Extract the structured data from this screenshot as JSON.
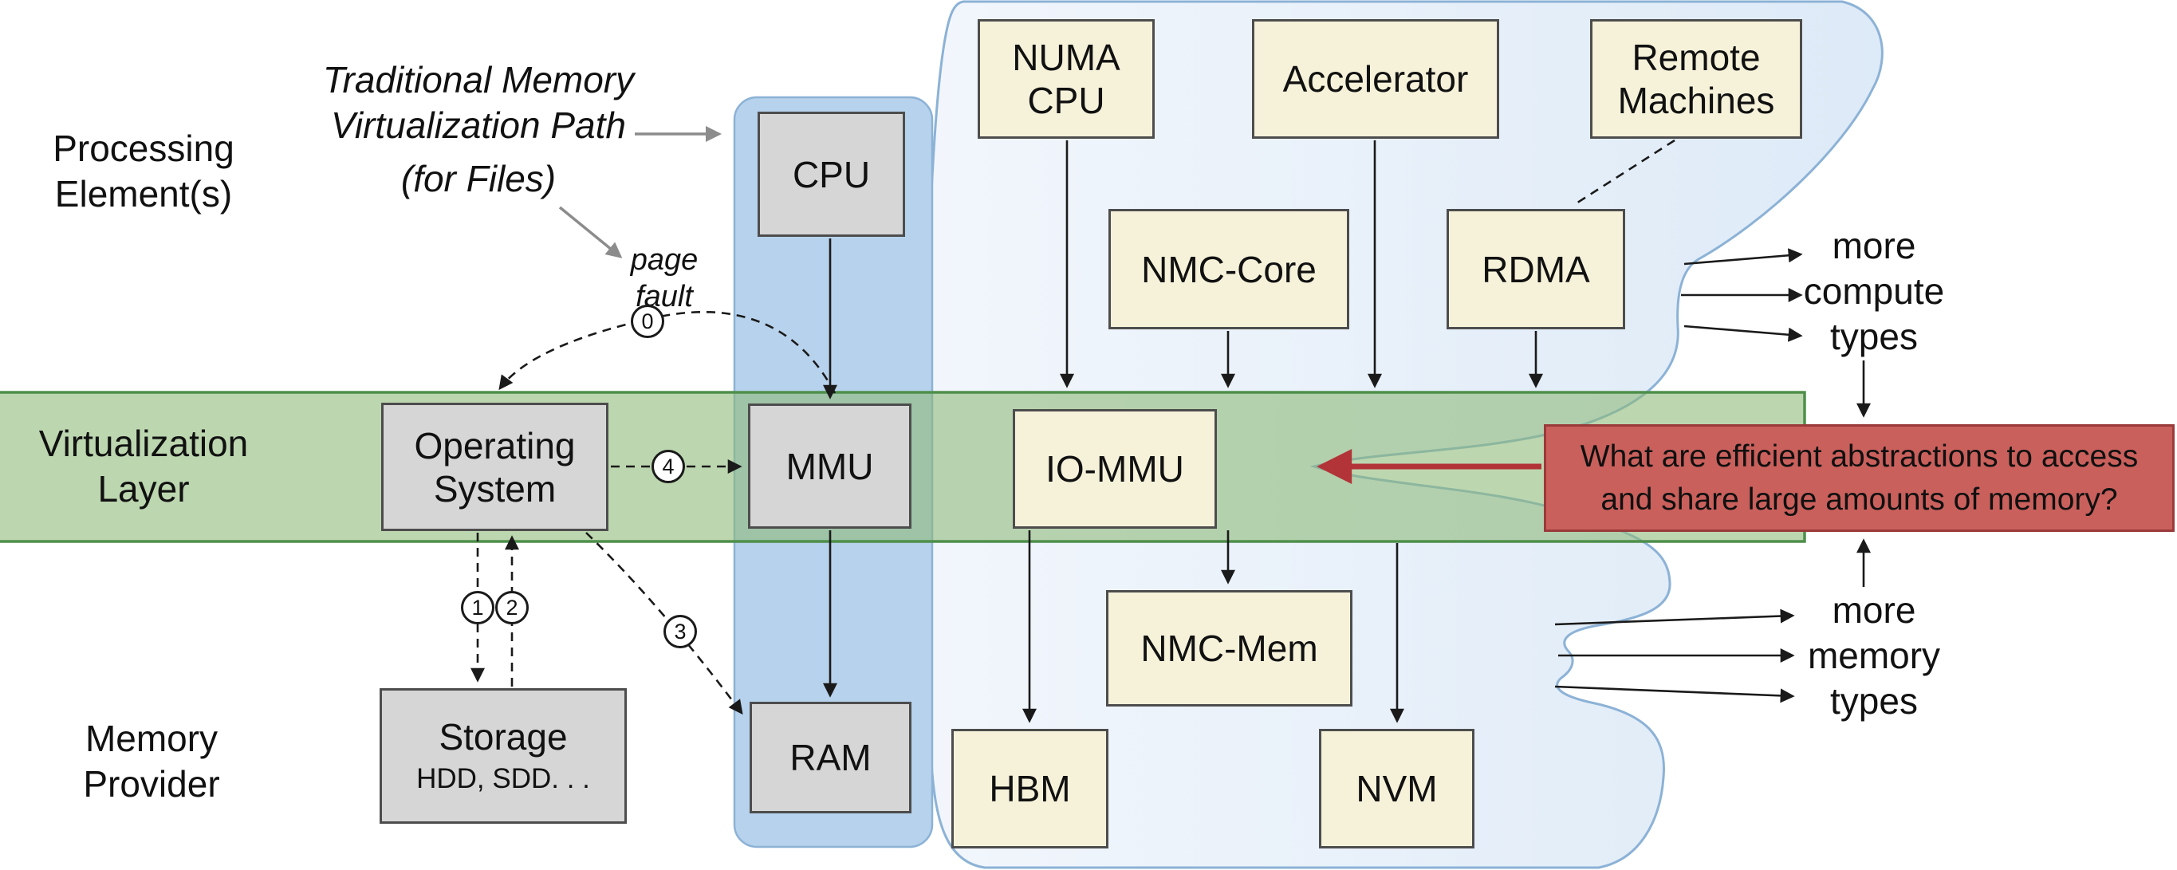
{
  "side_labels": {
    "processing": [
      "Processing",
      "Element(s)"
    ],
    "virtualization": [
      "Virtualization",
      "Layer"
    ],
    "memory": [
      "Memory",
      "Provider"
    ]
  },
  "annotations": {
    "trad_path": [
      "Traditional Memory",
      "Virtualization Path"
    ],
    "for_files": "(for Files)",
    "page_fault": [
      "page",
      "fault"
    ],
    "more_compute": [
      "more",
      "compute",
      "types"
    ],
    "more_memory": [
      "more",
      "memory",
      "types"
    ]
  },
  "boxes": {
    "cpu": "CPU",
    "mmu": "MMU",
    "ram": "RAM",
    "os": [
      "Operating",
      "System"
    ],
    "storage_title": "Storage",
    "storage_sub": "HDD, SDD. . .",
    "numa_cpu": [
      "NUMA",
      "CPU"
    ],
    "accelerator": "Accelerator",
    "remote": [
      "Remote",
      "Machines"
    ],
    "nmc_core": "NMC-Core",
    "rdma": "RDMA",
    "io_mmu": "IO-MMU",
    "nmc_mem": "NMC-Mem",
    "hbm": "HBM",
    "nvm": "NVM"
  },
  "question": [
    "What are efficient abstractions to access",
    "and share large amounts of memory?"
  ],
  "steps": [
    "0",
    "1",
    "2",
    "3",
    "4"
  ],
  "colors": {
    "green_band": "#8cb976",
    "green_border": "#4e8f4a",
    "blue_band": "#b7d2ec",
    "blue_blob": "#e9f1fb",
    "blue_border": "#8cb2d6",
    "gray_box": "#d6d6d6",
    "cream_box": "#f6f2da",
    "box_border": "#4d4d4d",
    "red_box": "#c9605c",
    "red_border": "#9a3a3a",
    "red_arrow": "#b23438"
  }
}
